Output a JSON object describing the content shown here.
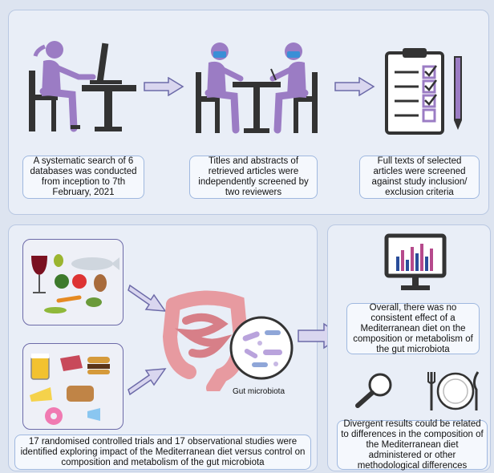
{
  "top_row": {
    "step1": "A systematic search of 6 databases was conducted from inception to 7th February, 2021",
    "step2": "Titles and abstracts of retrieved articles were independently screened by two reviewers",
    "step3": "Full texts of selected articles were screened against study inclusion/ exclusion criteria"
  },
  "bottom_left": {
    "gut_label": "Gut microbiota",
    "summary": "17 randomised controlled trials and 17 observational studies were identified exploring impact of the Mediterranean diet versus control on composition and metabolism of the gut microbiota"
  },
  "bottom_right": {
    "finding1": "Overall, there was no consistent effect of a Mediterranean diet on the composition or metabolism of the gut microbiota",
    "finding2": "Divergent results could be related to differences in the composition of the Mediterranean diet administered  or other methodological differences"
  },
  "colors": {
    "figure": "#9b7cc4",
    "accent": "#6c6aa8",
    "panel_bg": "#e9eef7"
  }
}
